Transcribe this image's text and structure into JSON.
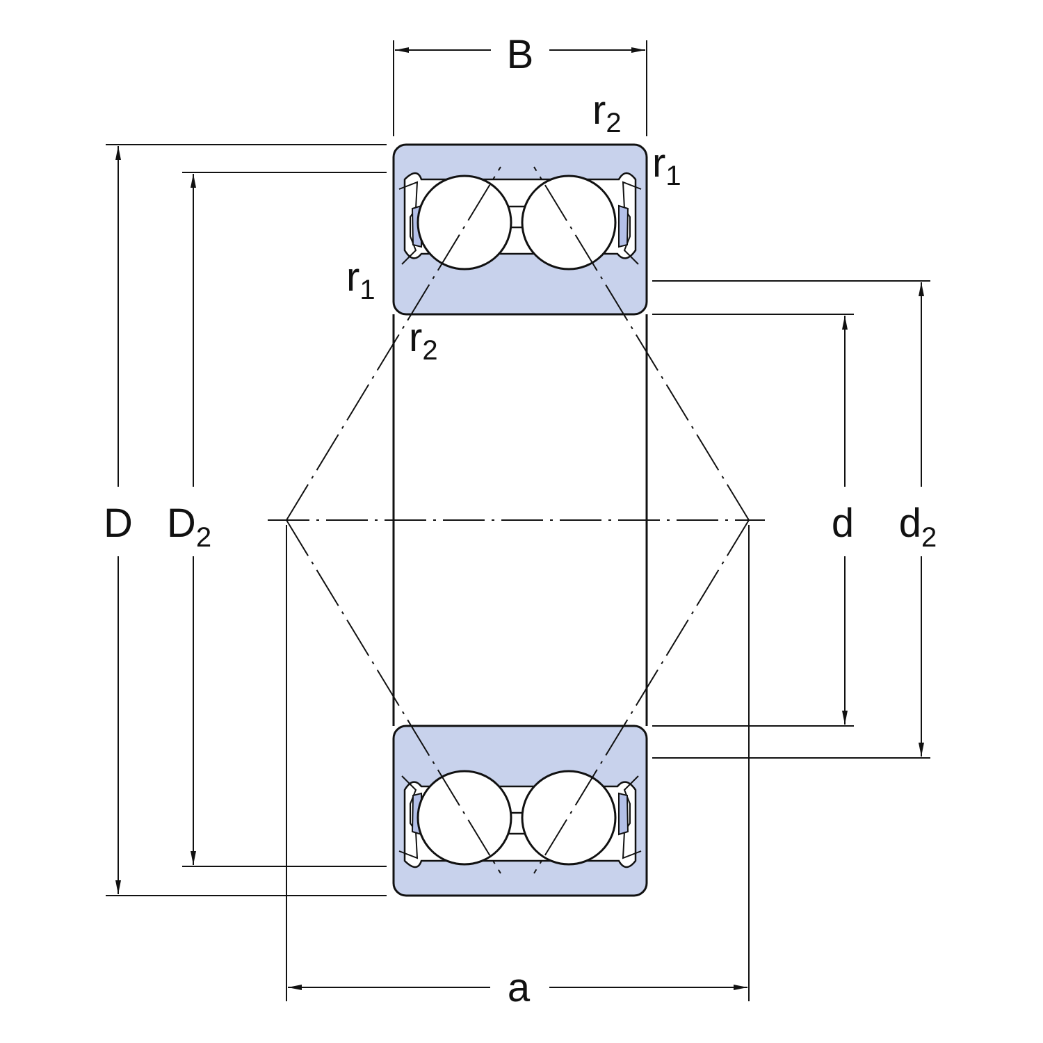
{
  "title": "Double row angular contact ball bearing dimension drawing",
  "colors": {
    "ring_fill": "#c8d2ec",
    "seal_fill": "#b4c0e8",
    "line": "#111111"
  },
  "labels": {
    "B": {
      "base": "B"
    },
    "D": {
      "base": "D"
    },
    "D2": {
      "base": "D",
      "sub": "2"
    },
    "d": {
      "base": "d"
    },
    "d2": {
      "base": "d",
      "sub": "2"
    },
    "a": {
      "base": "a"
    },
    "r2_top": {
      "base": "r",
      "sub": "2"
    },
    "r1_top": {
      "base": "r",
      "sub": "1"
    },
    "r1_inner": {
      "base": "r",
      "sub": "1"
    },
    "r2_inner": {
      "base": "r",
      "sub": "2"
    }
  }
}
